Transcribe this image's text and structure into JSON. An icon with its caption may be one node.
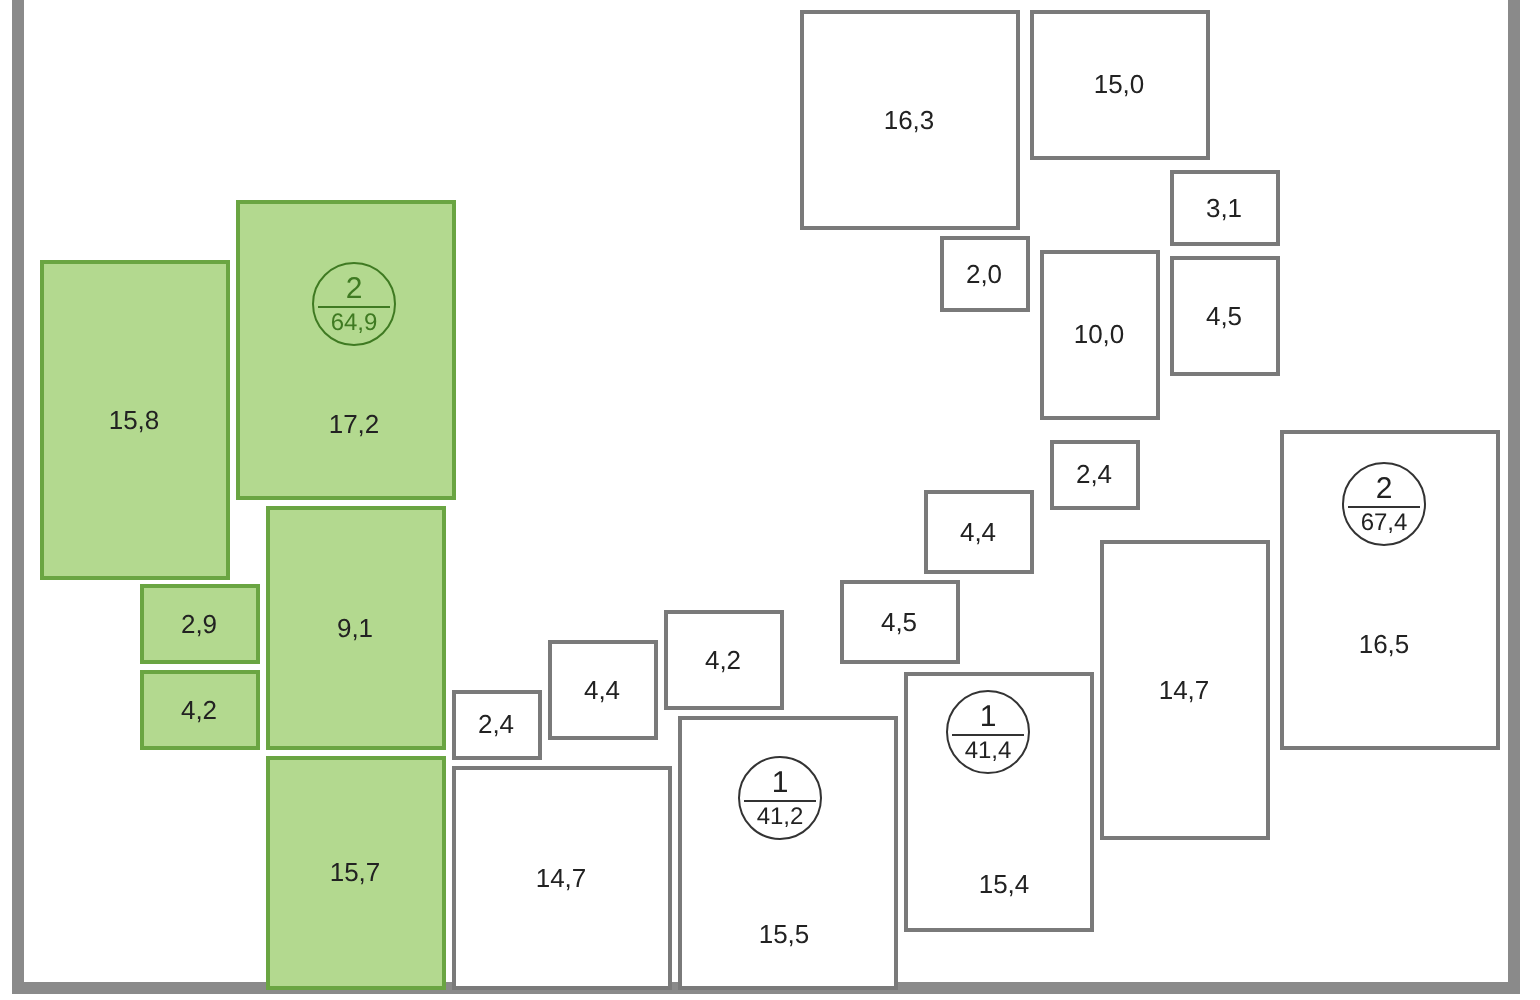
{
  "diagram": {
    "nodes": [
      {
        "text": [
          "15,0"
        ]
      },
      {
        "text": [
          "16,3"
        ]
      },
      {
        "text": [
          "3,1"
        ]
      },
      {
        "text": [
          "2,0"
        ]
      },
      {
        "text": [
          "10,0"
        ]
      },
      {
        "text": [
          "4,5"
        ]
      },
      {
        "text": [
          "17,2"
        ]
      },
      {
        "text": [
          "2",
          "64,9"
        ],
        "in": 6
      },
      {
        "text": [
          "15,8"
        ]
      },
      {
        "text": [
          "2,4"
        ]
      },
      {
        "text": [
          "4,4"
        ]
      },
      {
        "text": [
          "16,5"
        ]
      },
      {
        "text": [
          "2",
          "67,4"
        ],
        "in": 11
      },
      {
        "text": [
          "4,5"
        ]
      },
      {
        "text": [
          "2,9"
        ]
      },
      {
        "text": [
          "9,1"
        ]
      },
      {
        "text": [
          "14,7"
        ]
      },
      {
        "text": [
          "4,2"
        ]
      },
      {
        "text": [
          "4,4"
        ]
      },
      {
        "text": [
          "15,4"
        ]
      },
      {
        "text": [
          "1",
          "41,4"
        ],
        "in": 19
      },
      {
        "text": [
          "4,2"
        ]
      },
      {
        "text": [
          "2,4"
        ]
      },
      {
        "text": [
          "15,5"
        ]
      },
      {
        "text": [
          "1",
          "41,2"
        ],
        "in": 23
      },
      {
        "text": [
          "14,7"
        ]
      },
      {
        "text": [
          "15,7"
        ]
      }
    ]
  }
}
